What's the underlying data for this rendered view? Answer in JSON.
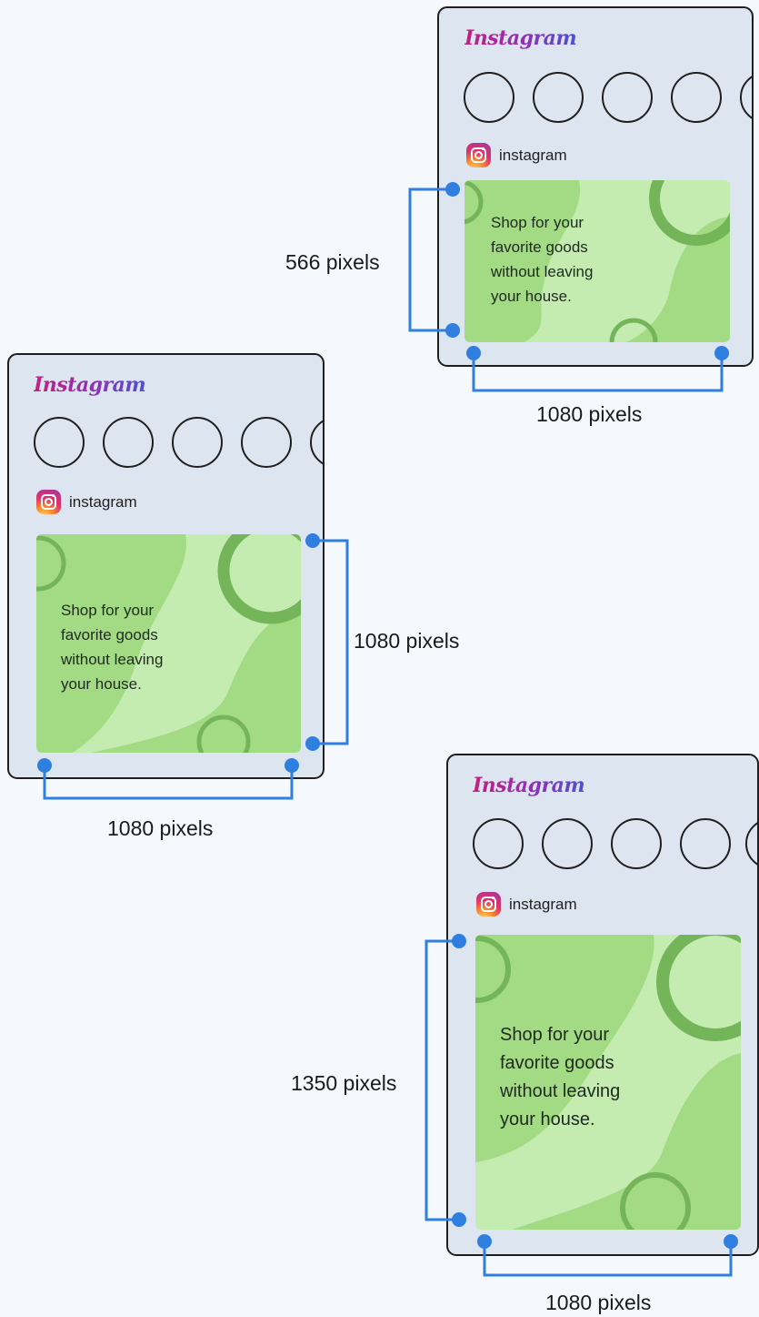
{
  "brand": "Instagram",
  "account_name": "instagram",
  "post_caption_lines": [
    "Shop for your",
    "favorite goods",
    "without leaving",
    "your house."
  ],
  "colors": {
    "accent_blue": "#2f7fe0",
    "post_light": "#c4ecb1",
    "post_mid": "#a3db84",
    "post_ring": "#74b55a",
    "phone_bg": "#dde6f0"
  },
  "mockups": [
    {
      "format": "landscape",
      "height_label": "566 pixels",
      "width_label": "1080 pixels"
    },
    {
      "format": "square",
      "height_label": "1080 pixels",
      "width_label": "1080 pixels"
    },
    {
      "format": "portrait",
      "height_label": "1350 pixels",
      "width_label": "1080 pixels"
    }
  ]
}
